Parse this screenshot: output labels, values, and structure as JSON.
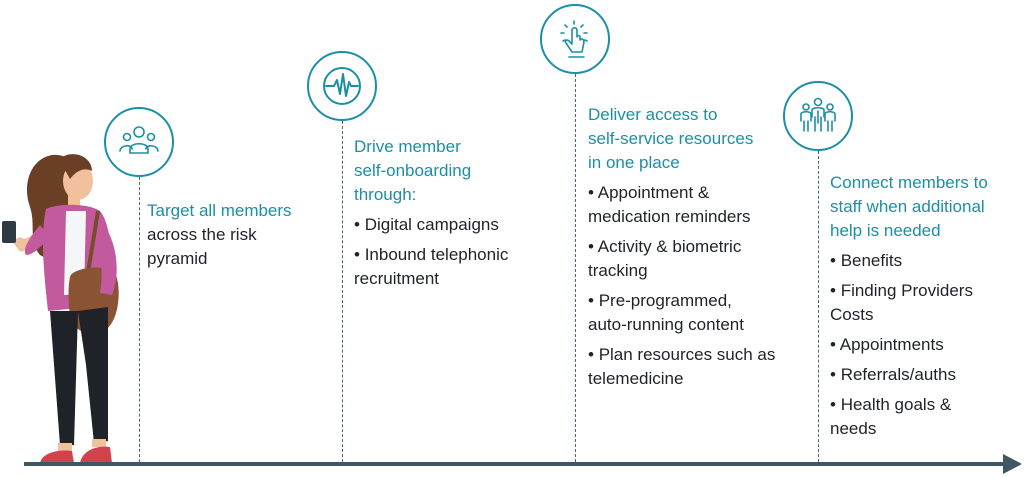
{
  "colors": {
    "accent": "#1b8fa6",
    "axis": "#3e5763",
    "text": "#1e2328"
  },
  "steps": [
    {
      "icon": "people-group-icon",
      "heading": "Target all members",
      "lead": "across the risk\npyramid",
      "items": []
    },
    {
      "icon": "pulse-waveform-icon",
      "heading": "Drive member\nself-onboarding\nthrough:",
      "lead": "",
      "items": [
        "Digital campaigns",
        "Inbound telephonic\nrecruitment"
      ]
    },
    {
      "icon": "touch-tap-icon",
      "heading": "Deliver access to\nself-service resources\nin one place",
      "lead": "",
      "items": [
        "Appointment &\nmedication reminders",
        "Activity & biometric\ntracking",
        "Pre-programmed,\nauto-running content",
        "Plan resources such as\ntelemedicine"
      ]
    },
    {
      "icon": "staff-team-icon",
      "heading": "Connect members to\nstaff when additional\nhelp is needed",
      "lead": "",
      "items": [
        "Benefits",
        "Finding Providers\nCosts",
        "Appointments",
        "Referrals/auths",
        "Health goals &\nneeds"
      ]
    }
  ]
}
